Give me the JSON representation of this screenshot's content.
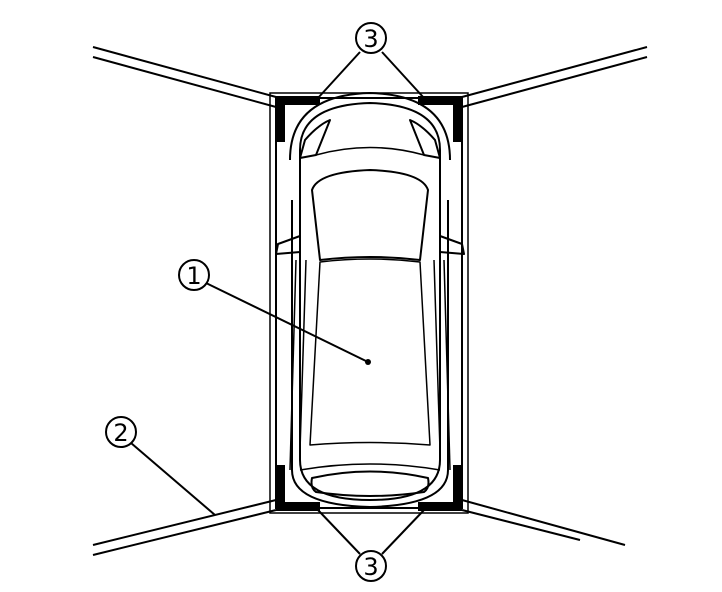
{
  "diagram": {
    "colors": {
      "ink": "#000000",
      "paper": "#ffffff"
    },
    "callouts": {
      "vehicle": "1",
      "parking_line": "2",
      "markers_top": "3",
      "markers_bottom": "3"
    }
  }
}
